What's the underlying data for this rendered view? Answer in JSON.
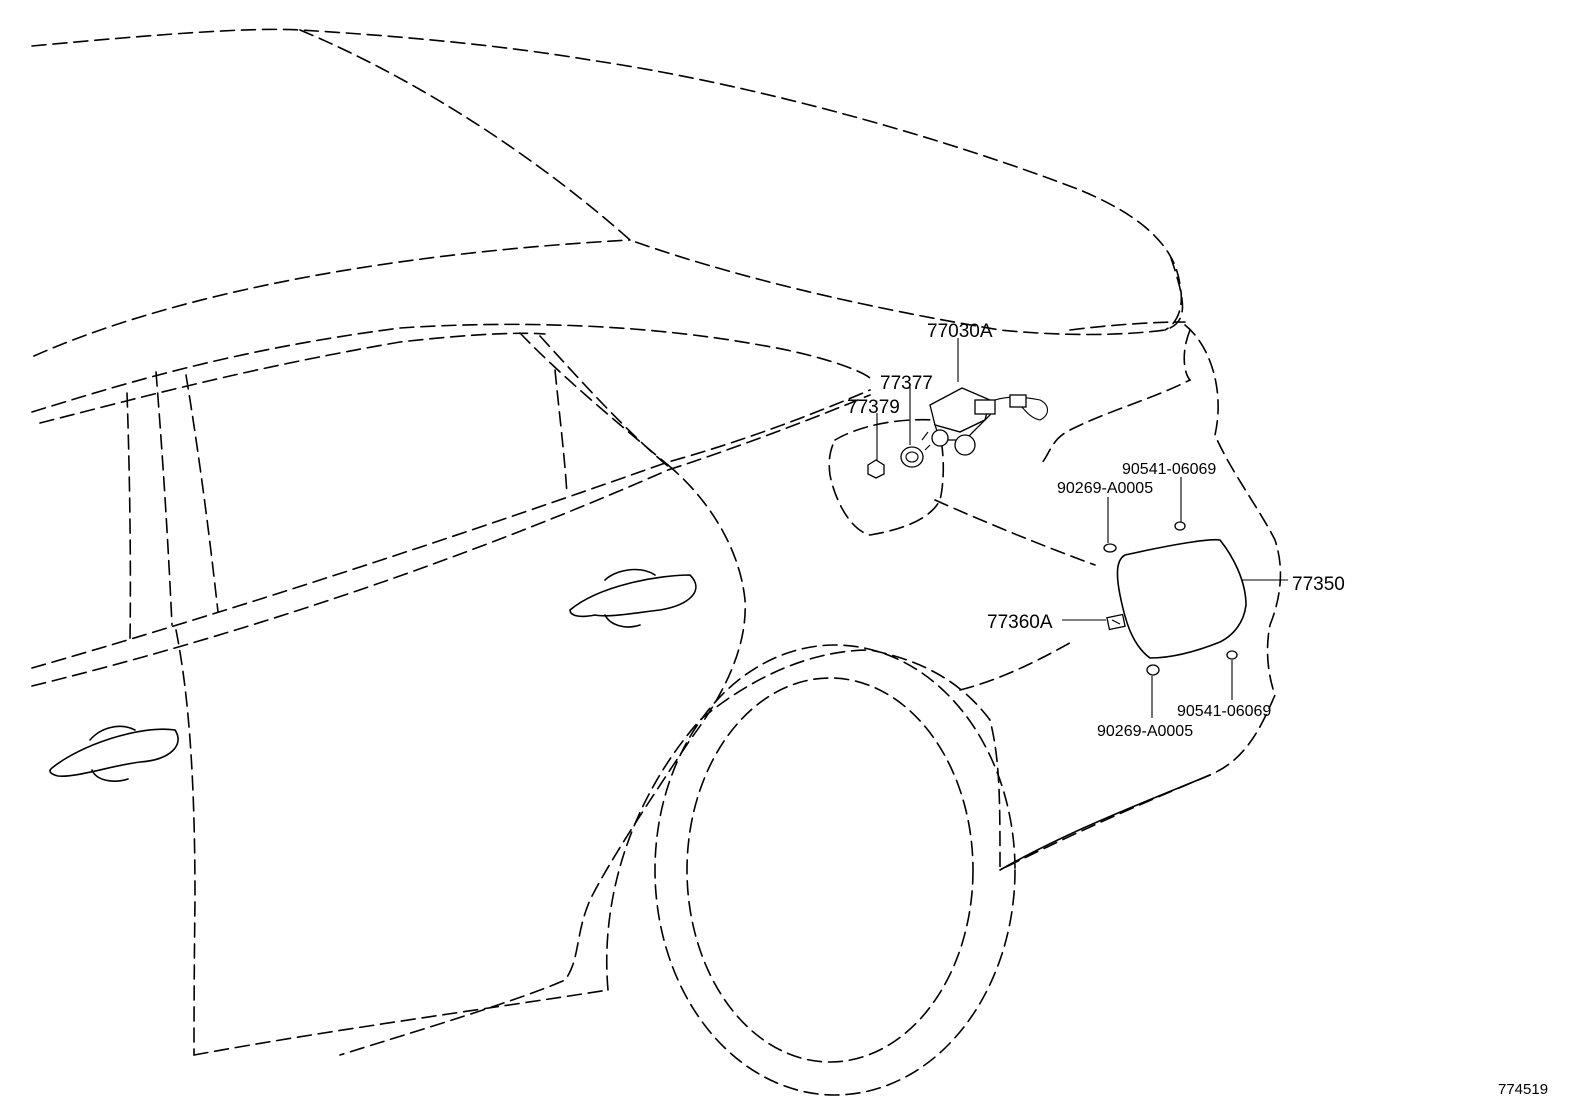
{
  "diagram": {
    "labels": {
      "fuel_lid_lock": "77030A",
      "bumper_77377": "77377",
      "bumper_77379": "77379",
      "screw_upper_right": "90541-06069",
      "clip_upper_left": "90269-A0005",
      "fuel_lid": "77350",
      "hinge": "77360A",
      "clip_lower": "90269-A0005",
      "screw_lower_right": "90541-06069"
    },
    "diagram_code": "774519"
  }
}
